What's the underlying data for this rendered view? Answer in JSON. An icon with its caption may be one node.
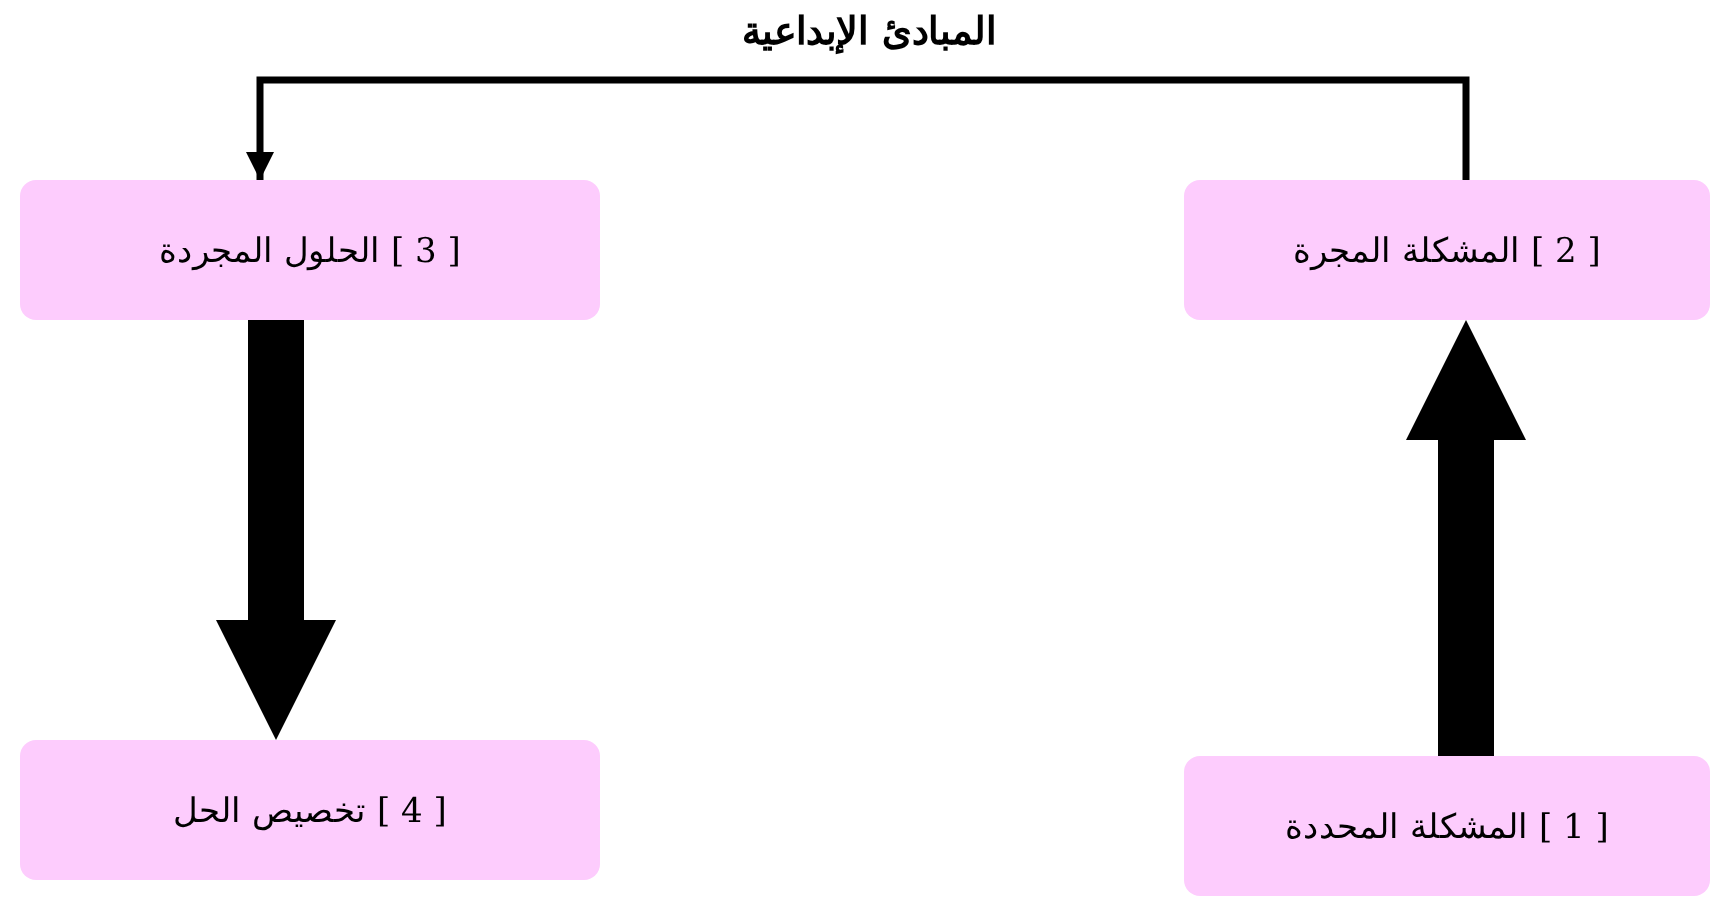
{
  "diagram": {
    "nodes": [
      {
        "text": [
          "[ 1 ] المشكلة المحددة"
        ]
      },
      {
        "text": [
          "[ 2 ] المشكلة المجرة"
        ]
      },
      {
        "text": [
          "[ 3 ] الحلول المجردة"
        ]
      },
      {
        "text": [
          "[ 4 ] تخصيص الحل"
        ]
      }
    ],
    "edges": [
      {
        "from": 0,
        "to": 1,
        "arrow": "to"
      },
      {
        "from": 1,
        "to": 2,
        "arrow": "to",
        "label": "المبادئ الإبداعية"
      },
      {
        "from": 2,
        "to": 3,
        "arrow": "to"
      }
    ]
  }
}
